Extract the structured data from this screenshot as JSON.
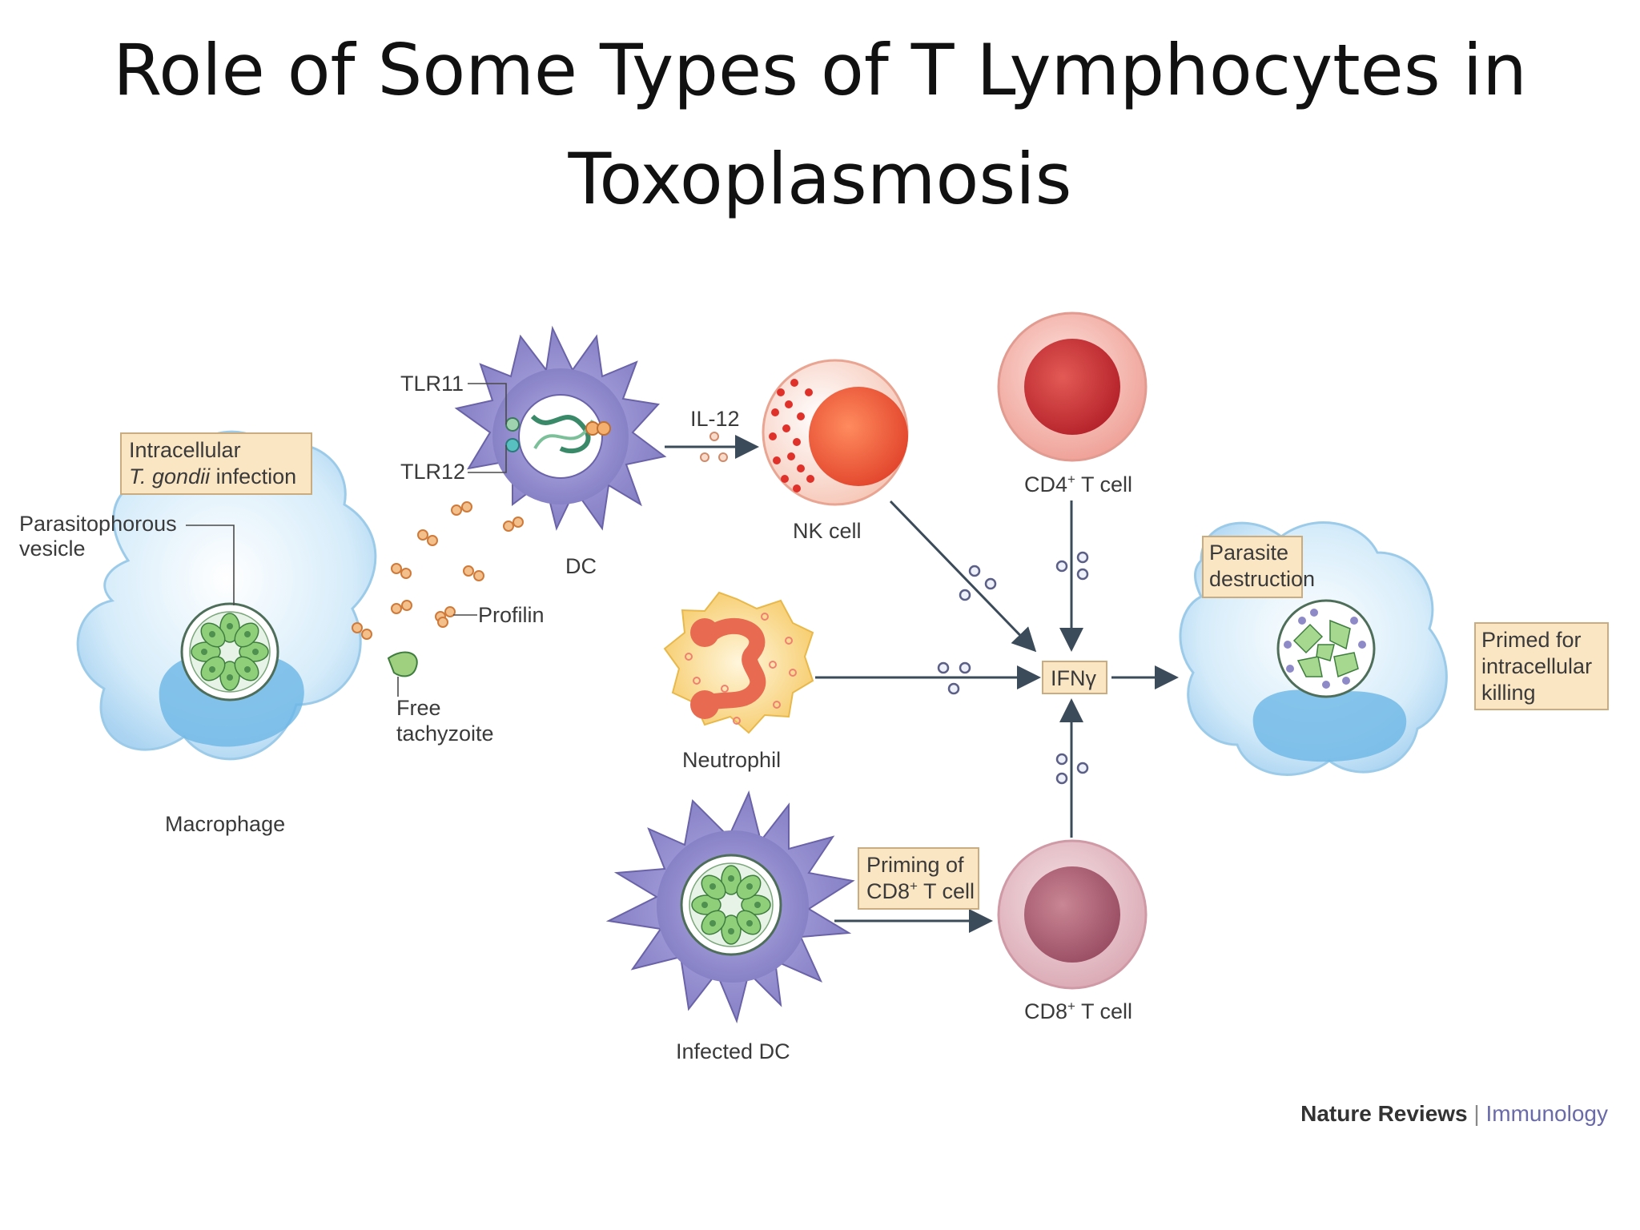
{
  "title_line1": "Role of Some Types of T Lymphocytes in",
  "title_line2": "Toxoplasmosis",
  "labels": {
    "tlr11": "TLR11",
    "tlr12": "TLR12",
    "il12": "IL-12",
    "nk_cell": "NK cell",
    "cd4_t_cell": "CD4",
    "cd4_sup": "+",
    "cd4_suffix": " T cell",
    "intracellular_line1": "Intracellular",
    "intracellular_italic": "T. gondii",
    "intracellular_rest": " infection",
    "parasitophorous_line1": "Parasitophorous",
    "parasitophorous_line2": "vesicle",
    "dc": "DC",
    "profilin": "Profilin",
    "free_line1": "Free",
    "free_line2": "tachyzoite",
    "macrophage": "Macrophage",
    "neutrophil": "Neutrophil",
    "ifng": "IFNγ",
    "parasite_line1": "Parasite",
    "parasite_line2": "destruction",
    "primed_line1": "Primed for",
    "primed_line2": "intracellular",
    "primed_line3": "killing",
    "priming_line1": "Priming of",
    "priming_cd8": "CD8",
    "priming_sup": "+",
    "priming_suffix": " T cell",
    "cd8_t_cell": "CD8",
    "cd8_sup": "+",
    "cd8_suffix": " T cell",
    "infected_dc": "Infected DC"
  },
  "credit": {
    "journal": "Nature Reviews",
    "separator": " | ",
    "subject": "Immunology"
  },
  "colors": {
    "macrophage": "#cfe8f8",
    "dc": "#8f8acb",
    "nk_cell": "#f07050",
    "cd4_cell": "#d9413f",
    "cd8_cell": "#c98b9a",
    "neutrophil": "#f7d27a",
    "label_box": "#fbe6c4",
    "arrow": "#3b4b5a",
    "credit_subject": "#6a6aa8"
  }
}
